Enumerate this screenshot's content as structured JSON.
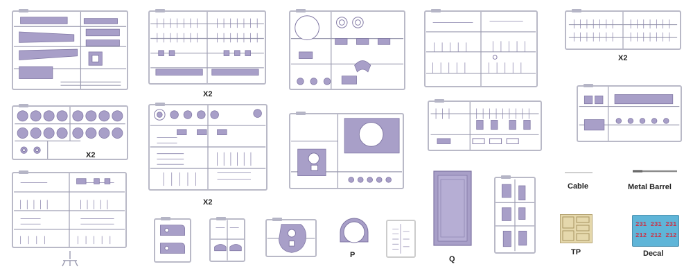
{
  "labels": {
    "x2_a": "X2",
    "x2_b": "X2",
    "x2_c": "X2",
    "x2_d": "X2",
    "p": "P",
    "q": "Q",
    "cable": "Cable",
    "metal_barrel": "Metal Barrel",
    "tp": "TP",
    "decal": "Decal"
  },
  "decal_text": {
    "row1": "231 231 231",
    "row2": "212 212 212"
  },
  "colors": {
    "plastic": "#a89fc8",
    "sprue_frame": "#b9b9c7",
    "photo_etch": "#d8c89a",
    "decal_bg": "#5fb5d8",
    "decal_digits": "#c8354a"
  }
}
